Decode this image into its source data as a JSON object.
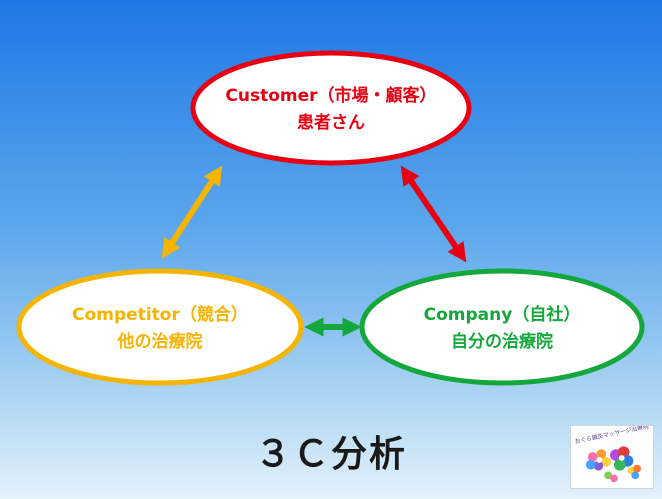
{
  "title": "３Ｃ分析",
  "nodes": {
    "customer": {
      "line1": "Customer（市場・顧客）",
      "line2": "患者さん",
      "color": "#e60012"
    },
    "competitor": {
      "line1": "Competitor（競合）",
      "line2": "他の治療院",
      "color": "#f5b400"
    },
    "company": {
      "line1": "Company（自社）",
      "line2": "自分の治療院",
      "color": "#14a83c"
    }
  },
  "arrows": {
    "customer_competitor": {
      "color": "#f5b400"
    },
    "customer_company": {
      "color": "#e60012"
    },
    "competitor_company": {
      "color": "#14a83c"
    }
  },
  "logo": {
    "text": "おぐら鍼灸マッサージ治療院"
  }
}
